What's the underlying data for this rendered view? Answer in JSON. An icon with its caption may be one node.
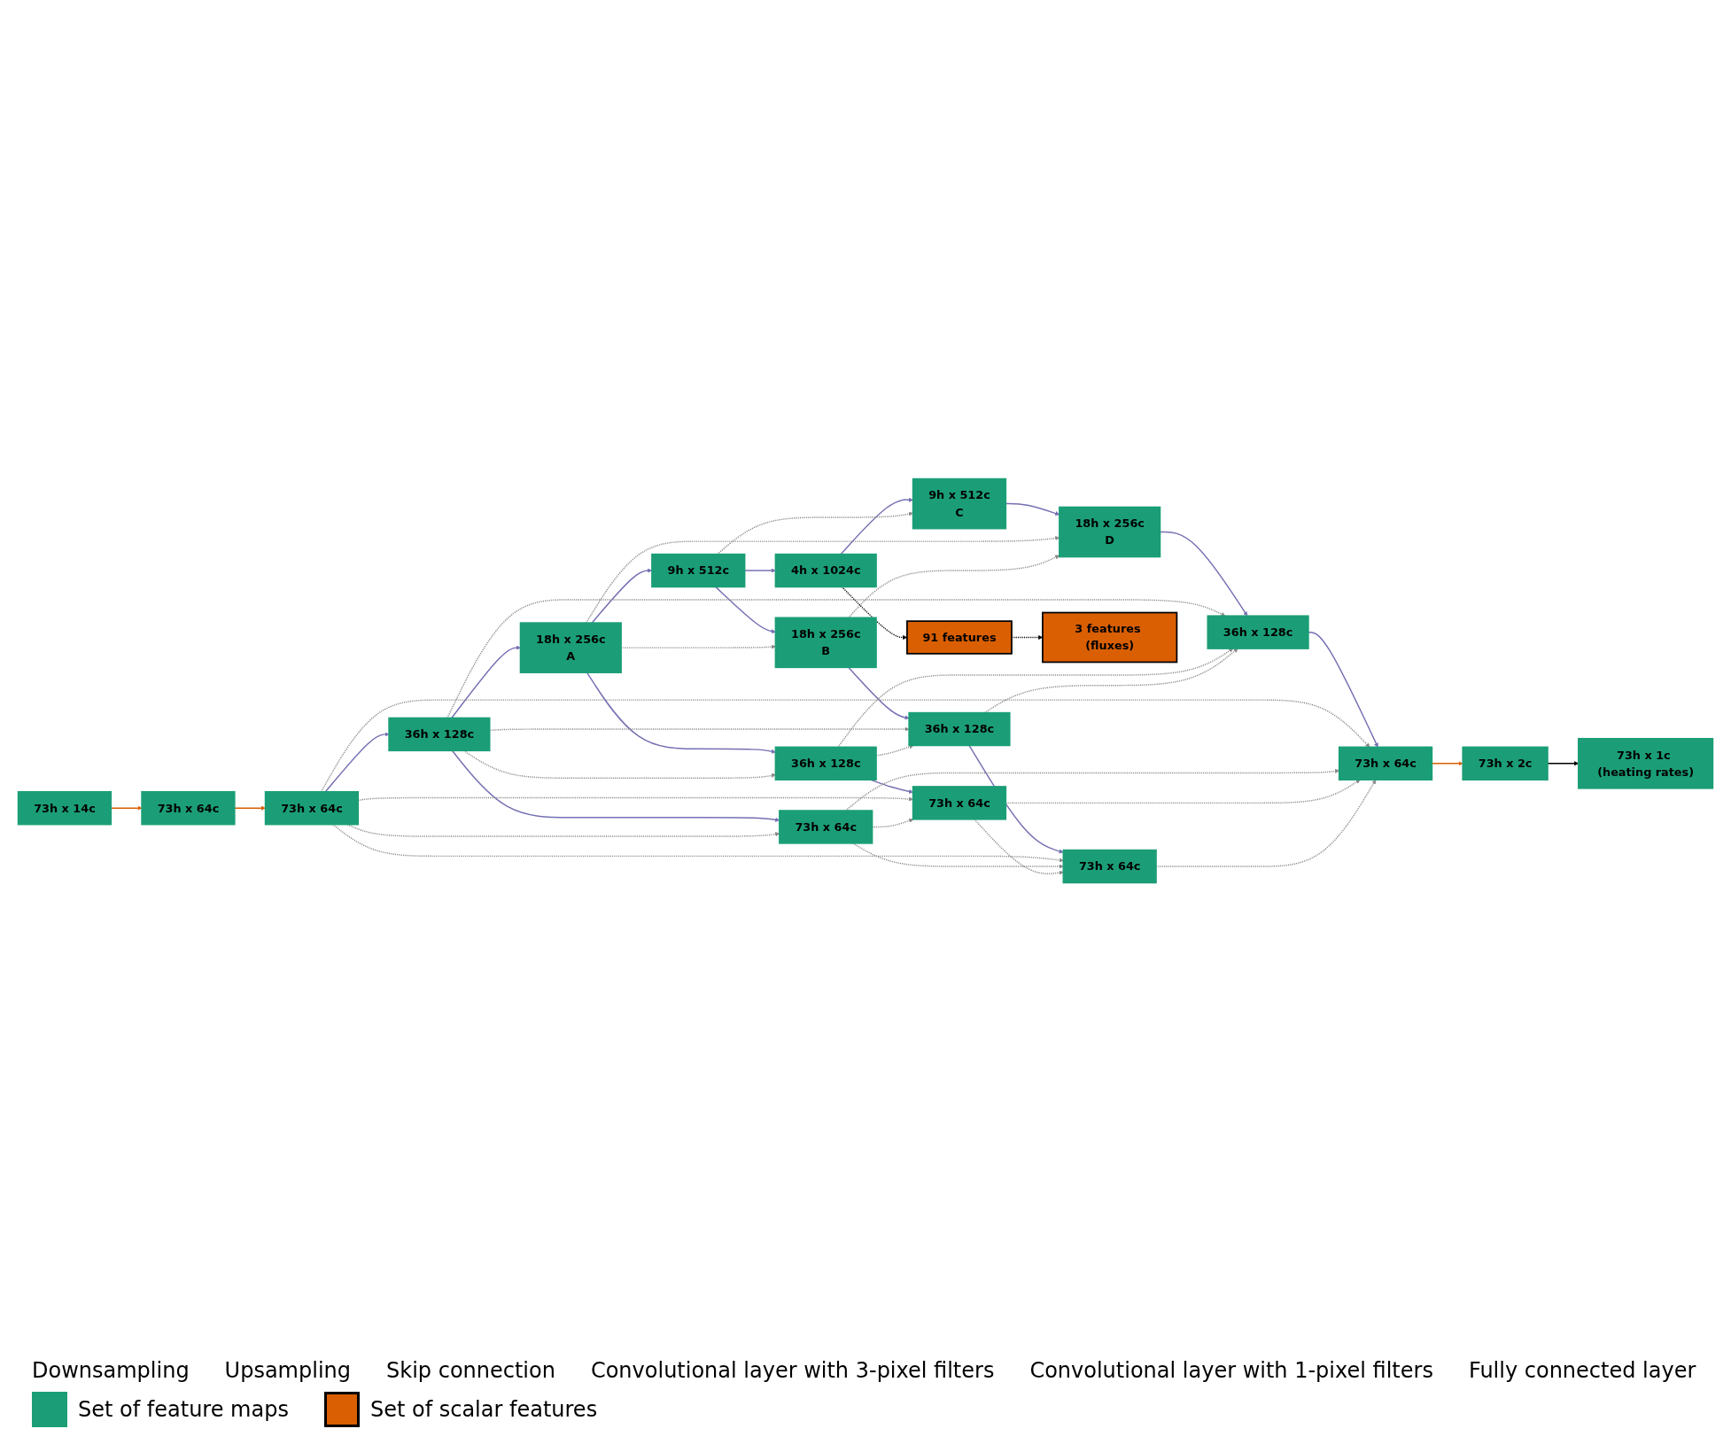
{
  "diagram": {
    "nodes": [
      {
        "text": [
          "73h x 14c"
        ]
      },
      {
        "text": [
          "73h x 64c"
        ]
      },
      {
        "text": [
          "73h x 64c"
        ]
      },
      {
        "text": [
          "73h x 64c"
        ]
      },
      {
        "text": [
          "73h x 64c"
        ]
      },
      {
        "text": [
          "73h x 64c"
        ]
      },
      {
        "text": [
          "73h x 64c"
        ]
      },
      {
        "text": [
          "73h x 2c"
        ]
      },
      {
        "text": [
          "73h x 1c (heating rates)"
        ]
      },
      {
        "text": [
          "36h x 128c"
        ]
      },
      {
        "text": [
          "36h x 128c"
        ]
      },
      {
        "text": [
          "36h x 128c"
        ]
      },
      {
        "text": [
          "36h x 128c"
        ]
      },
      {
        "text": [
          "18h x 256c",
          "A"
        ]
      },
      {
        "text": [
          "18h x 256c",
          "B"
        ]
      },
      {
        "text": [
          "18h x 256c",
          "D"
        ]
      },
      {
        "text": [
          "9h x 512c"
        ]
      },
      {
        "text": [
          "9h x 512c",
          "C"
        ]
      },
      {
        "text": [
          "4h x 1024c"
        ]
      },
      {
        "text": [
          "91 features"
        ]
      },
      {
        "text": [
          "3 features (fluxes)"
        ]
      }
    ],
    "edges": [
      {
        "from": 0,
        "to": 1,
        "arrow": "to",
        "color": "#d95f02"
      },
      {
        "from": 1,
        "to": 2,
        "arrow": "to",
        "color": "#d95f02"
      },
      {
        "from": 6,
        "to": 7,
        "arrow": "to",
        "color": "#d95f02"
      },
      {
        "from": 7,
        "to": 8,
        "arrow": "to",
        "color": "#000000"
      },
      {
        "from": 2,
        "to": 9,
        "arrow": "to",
        "color": "#7570b3"
      },
      {
        "from": 9,
        "to": 13,
        "arrow": "to",
        "color": "#7570b3"
      },
      {
        "from": 13,
        "to": 16,
        "arrow": "to",
        "color": "#7570b3"
      },
      {
        "from": 16,
        "to": 18,
        "arrow": "to",
        "color": "#7570b3"
      },
      {
        "from": 9,
        "to": 3,
        "arrow": "to",
        "color": "#7570b3"
      },
      {
        "from": 10,
        "to": 4,
        "arrow": "to",
        "color": "#7570b3"
      },
      {
        "from": 11,
        "to": 5,
        "arrow": "to",
        "color": "#7570b3"
      },
      {
        "from": 12,
        "to": 6,
        "arrow": "to",
        "color": "#7570b3"
      },
      {
        "from": 13,
        "to": 10,
        "arrow": "to",
        "color": "#7570b3"
      },
      {
        "from": 14,
        "to": 11,
        "arrow": "to",
        "color": "#7570b3"
      },
      {
        "from": 15,
        "to": 12,
        "arrow": "to",
        "color": "#7570b3"
      },
      {
        "from": 16,
        "to": 14,
        "arrow": "to",
        "color": "#7570b3"
      },
      {
        "from": 17,
        "to": 15,
        "arrow": "to",
        "color": "#7570b3"
      },
      {
        "from": 18,
        "to": 17,
        "arrow": "to",
        "color": "#7570b3"
      },
      {
        "from": 2,
        "to": 3,
        "arrow": "to",
        "style": "dashed"
      },
      {
        "from": 2,
        "to": 4,
        "arrow": "to",
        "style": "dashed"
      },
      {
        "from": 2,
        "to": 5,
        "arrow": "to",
        "style": "dashed"
      },
      {
        "from": 2,
        "to": 6,
        "arrow": "to",
        "style": "dashed"
      },
      {
        "from": 3,
        "to": 4,
        "arrow": "to",
        "style": "dashed"
      },
      {
        "from": 3,
        "to": 5,
        "arrow": "to",
        "style": "dashed"
      },
      {
        "from": 3,
        "to": 6,
        "arrow": "to",
        "style": "dashed"
      },
      {
        "from": 4,
        "to": 5,
        "arrow": "to",
        "style": "dashed"
      },
      {
        "from": 4,
        "to": 6,
        "arrow": "to",
        "style": "dashed"
      },
      {
        "from": 5,
        "to": 6,
        "arrow": "to",
        "style": "dashed"
      },
      {
        "from": 9,
        "to": 10,
        "arrow": "to",
        "style": "dashed"
      },
      {
        "from": 9,
        "to": 11,
        "arrow": "to",
        "style": "dashed"
      },
      {
        "from": 9,
        "to": 12,
        "arrow": "to",
        "style": "dashed"
      },
      {
        "from": 10,
        "to": 11,
        "arrow": "to",
        "style": "dashed"
      },
      {
        "from": 10,
        "to": 12,
        "arrow": "to",
        "style": "dashed"
      },
      {
        "from": 11,
        "to": 12,
        "arrow": "to",
        "style": "dashed"
      },
      {
        "from": 13,
        "to": 14,
        "arrow": "to",
        "style": "dashed"
      },
      {
        "from": 13,
        "to": 15,
        "arrow": "to",
        "style": "dashed"
      },
      {
        "from": 14,
        "to": 15,
        "arrow": "to",
        "style": "dashed"
      },
      {
        "from": 16,
        "to": 17,
        "arrow": "to",
        "style": "dashed"
      },
      {
        "from": 18,
        "to": 19,
        "arrow": "to",
        "style": "dashed",
        "color": "#000000"
      },
      {
        "from": 19,
        "to": 20,
        "arrow": "to",
        "style": "dashed",
        "color": "#000000"
      }
    ],
    "legend": [
      {
        "text": "Downsampling"
      },
      {
        "text": "Upsampling"
      },
      {
        "text": "Skip connection"
      },
      {
        "text": "Convolutional layer with 3-pixel filters"
      },
      {
        "text": "Convolutional layer with 1-pixel filters"
      },
      {
        "text": "Fully connected layer"
      },
      {
        "text": "Set of feature maps",
        "color": "#1b9e77"
      },
      {
        "text": "Set of scalar features",
        "color": "#d95f02"
      }
    ]
  }
}
